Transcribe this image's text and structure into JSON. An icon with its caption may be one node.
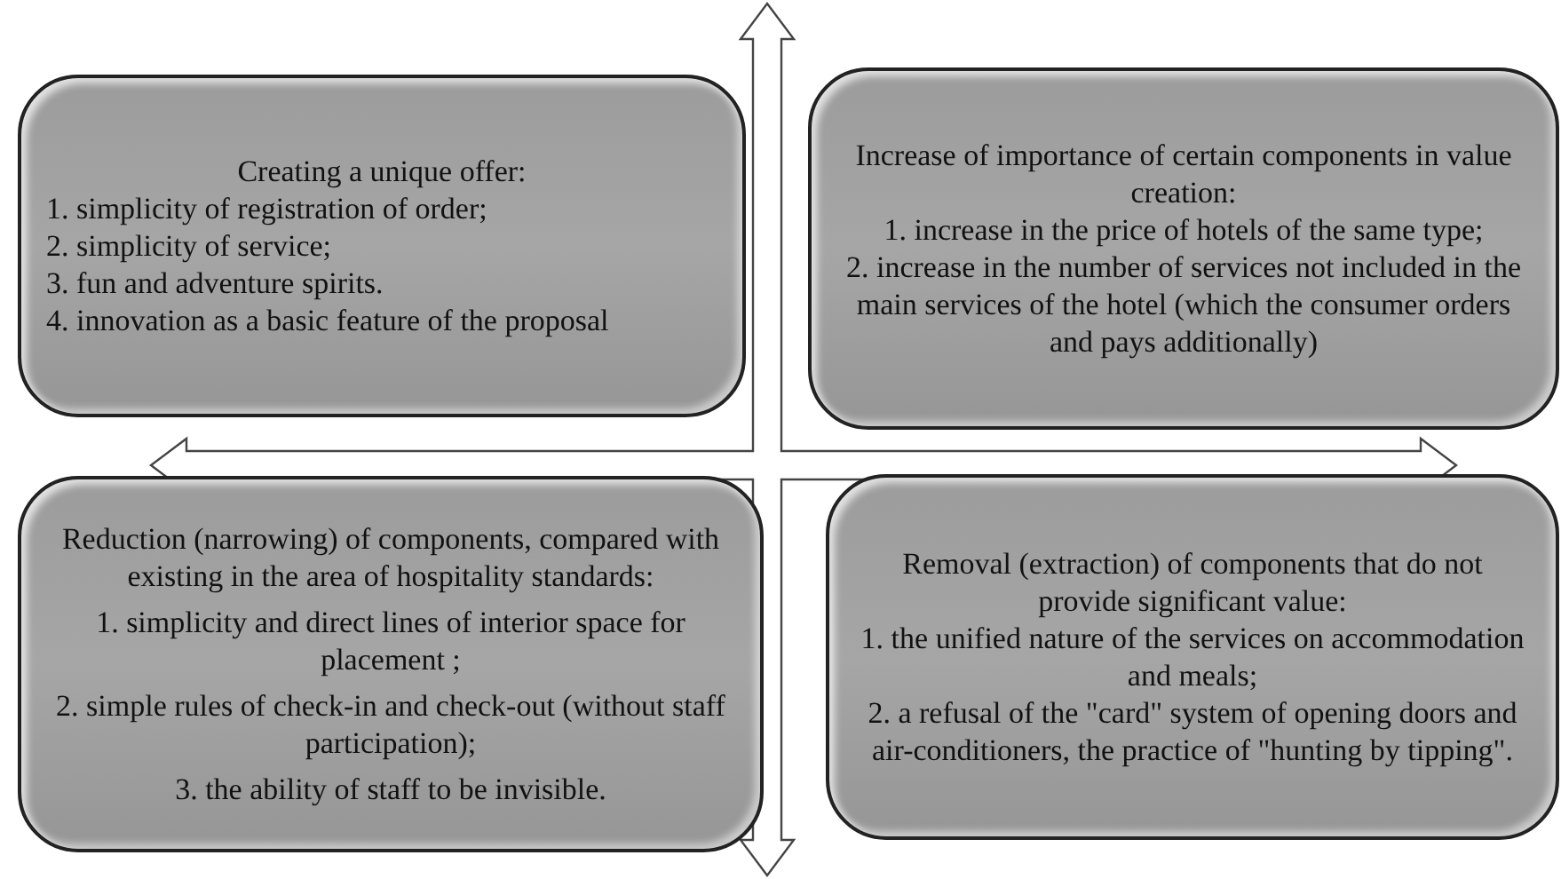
{
  "diagram": {
    "nodes": [
      {
        "text": [
          "Creating a unique offer:",
          "1. simplicity of registration of order;",
          "2. simplicity of service;",
          "3. fun and adventure spirits.",
          "4. innovation as a basic feature of the proposal"
        ]
      },
      {
        "text": [
          "Increase of importance of certain components in value creation:",
          "1. increase in the price of hotels of the same type;",
          "2. increase in the number of services not included in the main services of the hotel (which the consumer orders and pays additionally)"
        ]
      },
      {
        "text": [
          "Reduction (narrowing) of components, compared with existing in the area of hospitality standards:",
          "1. simplicity and direct lines of interior space for placement ;",
          "2. simple rules of check-in and check-out (without staff participation);",
          "3. the ability of staff to be invisible."
        ]
      },
      {
        "text": [
          "Removal (extraction) of components that do not provide significant value:",
          "1. the unified nature of the services on accommodation and meals;",
          "2. a refusal of the \"card\" system of opening doors and air-conditioners, the practice of \"hunting by tipping\"."
        ]
      }
    ]
  }
}
